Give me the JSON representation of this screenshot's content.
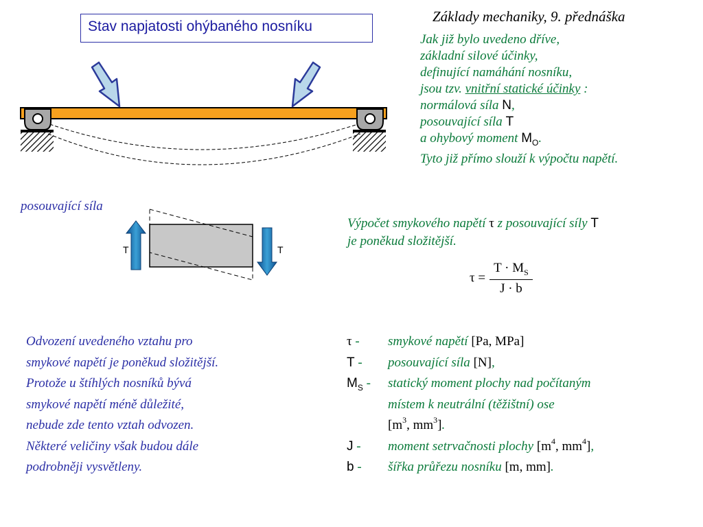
{
  "header": {
    "title": "Základy mechaniky, 9. přednáška"
  },
  "slide_title": "Stav napjatosti ohýbaného nosníku",
  "intro": {
    "l1": "Jak již bylo uvedeno dříve,",
    "l2": "základní silové účinky,",
    "l3": "definující namáhání nosníku,",
    "l4_pre": "jsou tzv. ",
    "l4_u": "vnitřní statické účinky",
    "l4_post": " :",
    "l5_text": "normálová síla ",
    "l5_sym": "N",
    "l5_post": ",",
    "l6_text": "posouvající síla ",
    "l6_sym": "T",
    "l7_text": "a ohybový moment ",
    "l7_sym": "M",
    "l7_sub": "O",
    "l7_post": ".",
    "l8": "Tyto již přímo slouží k výpočtu napětí."
  },
  "shear_label": "posouvající síla",
  "force_left": "T",
  "force_right": "T",
  "calc": {
    "l1_pre": "Výpočet smykového napětí ",
    "l1_tau": "τ",
    "l1_mid": " z posouvající síly ",
    "l1_T": "T",
    "l2": "je poněkud složitější."
  },
  "formula": {
    "lhs": "τ =",
    "num": "T · M",
    "num_sub": "S",
    "den": "J · b"
  },
  "derivation": [
    "Odvození uvedeného vztahu pro",
    "smykové napětí je poněkud složitější.",
    "Protože u štíhlých nosníků bývá",
    "smykové napětí méně důležité,",
    "nebude zde tento vztah odvozen.",
    "Některé veličiny však budou dále",
    "podrobněji vysvětleny."
  ],
  "legend": {
    "tau_sym": "τ",
    "tau_dash": " -",
    "tau_desc": "smykové napětí",
    "tau_unit": " [Pa, MPa]",
    "T_sym": "T",
    "T_dash": " -",
    "T_desc": "posouvající síla",
    "T_unit": " [N]",
    "T_post": ",",
    "M_sym": "M",
    "M_sub": "S",
    "M_dash": " -",
    "M_desc1": "statický moment plochy nad počítaným",
    "M_desc2": "místem k neutrální (těžištní) ose",
    "M_unit_a": "[m",
    "M_unit_sup1": "3",
    "M_unit_b": ", mm",
    "M_unit_sup2": "3",
    "M_unit_c": "]",
    "M_post": ".",
    "J_sym": "J",
    "J_dash": " -",
    "J_desc": "moment setrvačnosti plochy",
    "J_unit_a": " [m",
    "J_unit_sup1": "4",
    "J_unit_b": ", mm",
    "J_unit_sup2": "4",
    "J_unit_c": "]",
    "J_post": ",",
    "b_sym": "b",
    "b_dash": " -",
    "b_desc": "šířka průřezu nosníku",
    "b_unit": " [m, mm]",
    "b_post": "."
  },
  "colors": {
    "text_green": "#0a7a3a",
    "text_blue": "#2b2fa6",
    "beam": "#f7a01e",
    "arrow": "#b9d7ea",
    "force": "#2a8fc4"
  }
}
